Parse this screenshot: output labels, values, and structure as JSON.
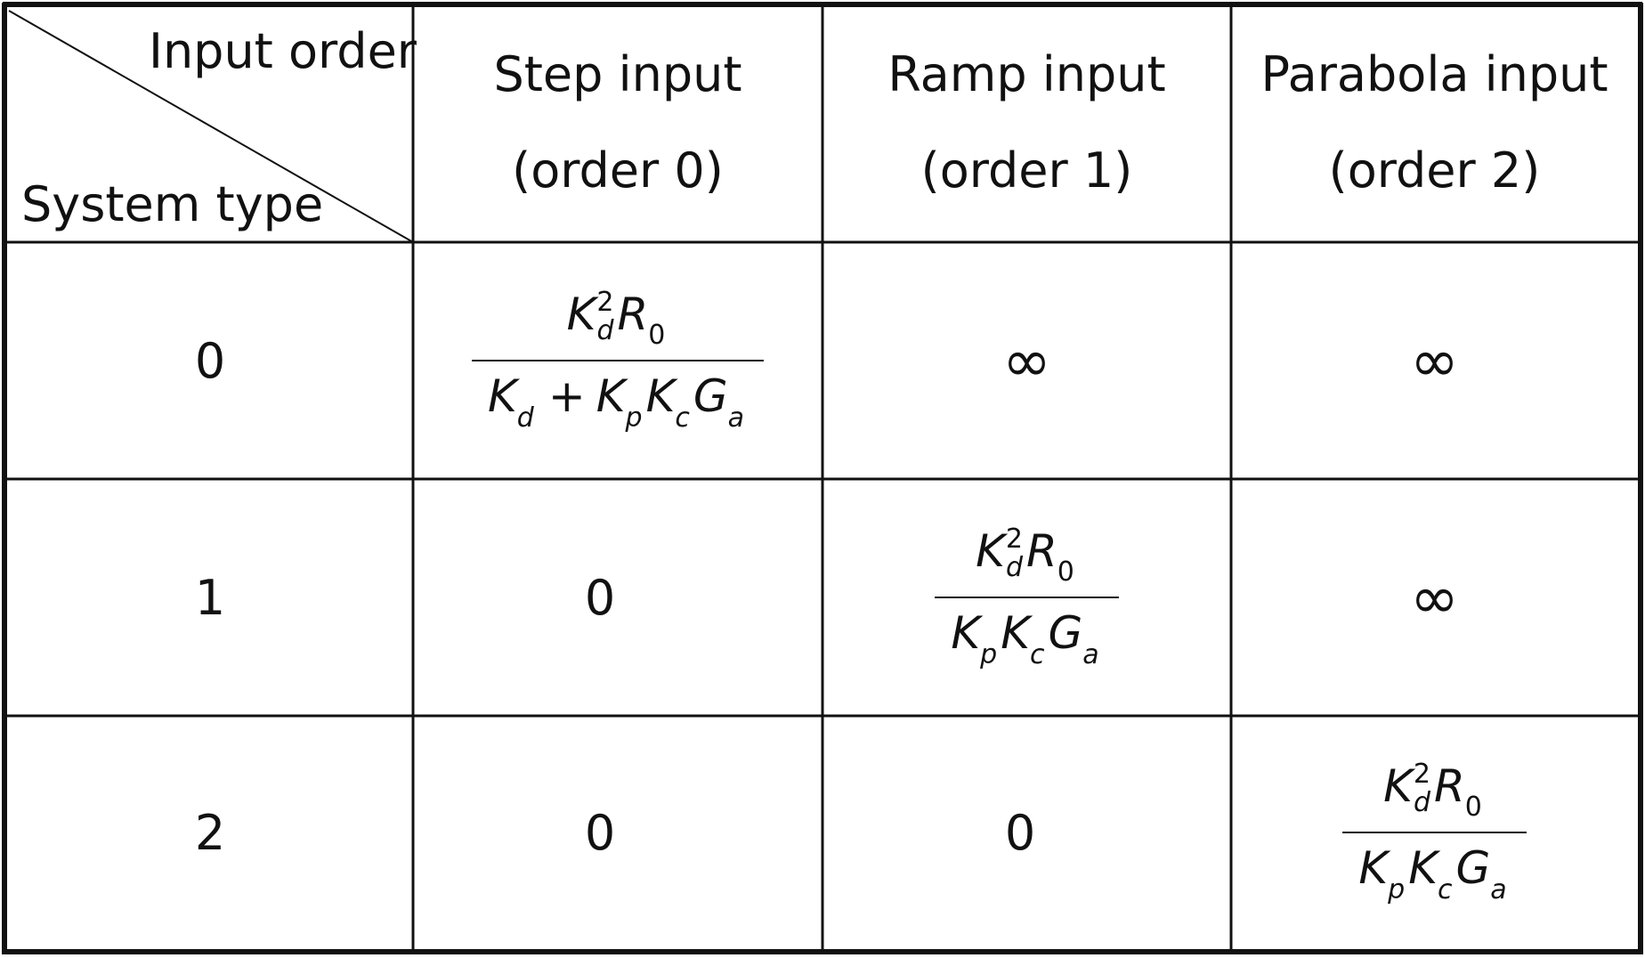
{
  "table": {
    "corner": {
      "column_axis_label": "Input order",
      "row_axis_label": "System type"
    },
    "columns": [
      {
        "name": "Step input",
        "order": "(order 0)"
      },
      {
        "name": "Ramp input",
        "order": "(order 1)"
      },
      {
        "name": "Parabola input",
        "order": "(order 2)"
      }
    ],
    "rows": [
      {
        "system_type": "0",
        "cells": {
          "step": {
            "numerator": {
              "k": "K",
              "k_sub": "d",
              "k_sup": "2",
              "r": "R",
              "r_sub": "0"
            },
            "denominator": {
              "t1": "K",
              "t1_sub": "d",
              "plus": "+",
              "t2": "K",
              "t2_sub": "p",
              "t3": "K",
              "t3_sub": "c",
              "t4": "G",
              "t4_sub": "a"
            }
          },
          "ramp": "∞",
          "parabola": "∞"
        }
      },
      {
        "system_type": "1",
        "cells": {
          "step": "0",
          "ramp": {
            "numerator": {
              "k": "K",
              "k_sub": "d",
              "k_sup": "2",
              "r": "R",
              "r_sub": "0"
            },
            "denominator": {
              "t2": "K",
              "t2_sub": "p",
              "t3": "K",
              "t3_sub": "c",
              "t4": "G",
              "t4_sub": "a"
            }
          },
          "parabola": "∞"
        }
      },
      {
        "system_type": "2",
        "cells": {
          "step": "0",
          "ramp": "0",
          "parabola": {
            "numerator": {
              "k": "K",
              "k_sub": "d",
              "k_sup": "2",
              "r": "R",
              "r_sub": "0"
            },
            "denominator": {
              "t2": "K",
              "t2_sub": "p",
              "t3": "K",
              "t3_sub": "c",
              "t4": "G",
              "t4_sub": "a"
            }
          }
        }
      }
    ]
  }
}
